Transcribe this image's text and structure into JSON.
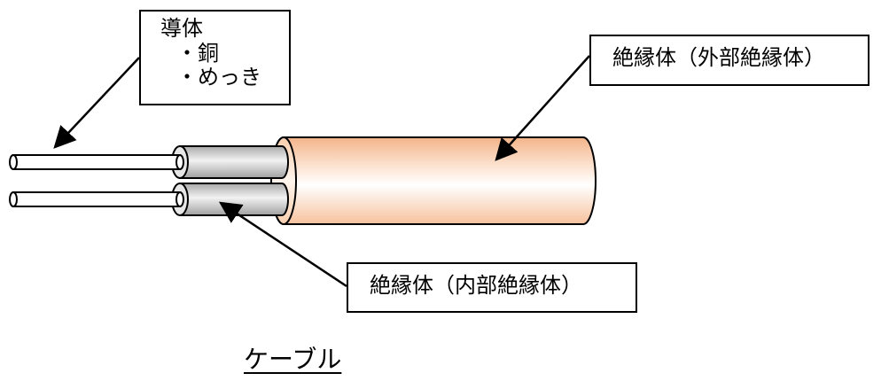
{
  "labels": {
    "conductor": {
      "title": "導体",
      "items": [
        "・銅",
        "・めっき"
      ]
    },
    "outer_insulation": "絶縁体（外部絶縁体）",
    "inner_insulation": "絶縁体（内部絶縁体）"
  },
  "caption": "ケーブル",
  "colors": {
    "outer_sheath": "#f8c9a4",
    "inner_insulation": "#c8c8c8",
    "conductor_wire": "#ffffff",
    "outline": "#000000"
  }
}
